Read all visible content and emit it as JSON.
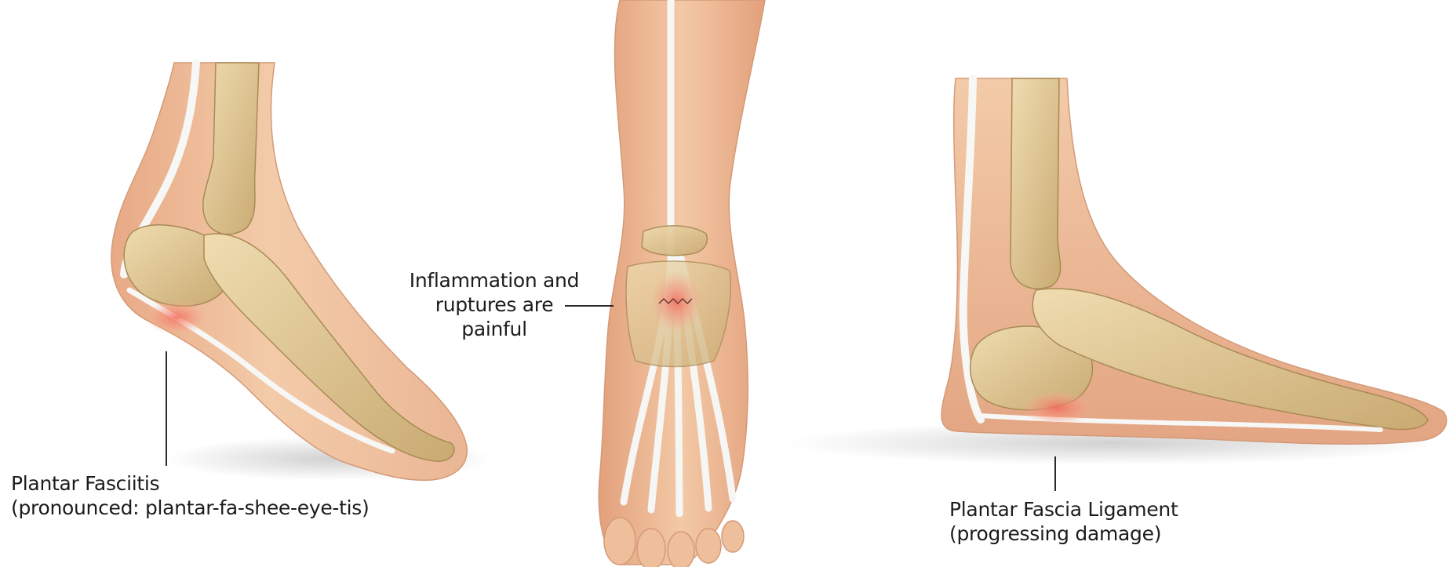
{
  "labels": {
    "left": {
      "line1": "Plantar Fasciitis",
      "line2": "(pronounced: plantar-fa-shee-eye-tis)"
    },
    "center": {
      "line1": "Inflammation and",
      "line2": "ruptures are",
      "line3": "painful"
    },
    "right": {
      "line1": "Plantar Fascia Ligament",
      "line2": "(progressing damage)"
    }
  },
  "colors": {
    "skin": "#f0c3a0",
    "skin_shadow": "#d79a78",
    "bone": "#e4cf9e",
    "bone_shadow": "#c4a56e",
    "tendon": "#f4f4f2",
    "inflammation": "#f26a5a",
    "text": "#1c1c1c"
  }
}
